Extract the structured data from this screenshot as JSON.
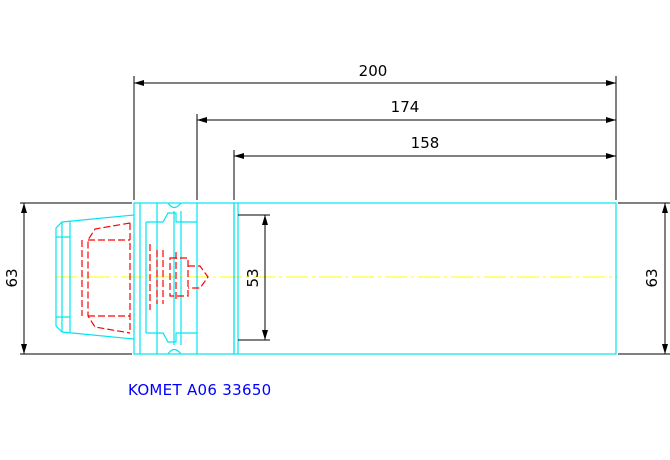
{
  "dimensions": {
    "overall_length": "200",
    "length_174": "174",
    "length_158": "158",
    "left_diameter": "63",
    "right_diameter": "63",
    "inner_diameter": "53"
  },
  "caption": "KOMET A06 33650",
  "colors": {
    "outline": "#00e5ee",
    "hidden": "#ff0000",
    "centerline": "#ffff00",
    "dimension": "#000000",
    "caption": "#0000ff",
    "background": "#ffffff"
  }
}
